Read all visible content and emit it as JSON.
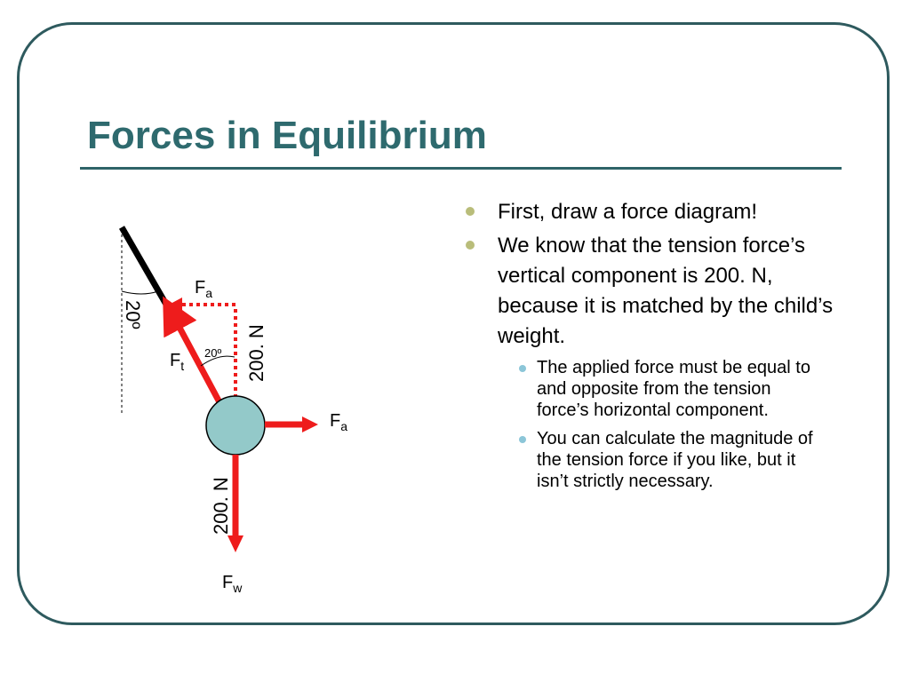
{
  "slide": {
    "title": "Forces in Equilibrium",
    "bullets": [
      {
        "text": "First, draw a force diagram!"
      },
      {
        "text": "We know that the tension force’s vertical component is 200. N, because it is matched by the child’s weight."
      }
    ],
    "sub_bullets": [
      {
        "text": "The applied force must be equal to and opposite from the tension force’s horizontal component."
      },
      {
        "text": "You can calculate the magnitude of the tension force if you like, but it isn’t strictly necessary."
      }
    ]
  },
  "diagram": {
    "rope_angle_label": "20º",
    "inner_angle_label": "20º",
    "tension_label": {
      "main": "F",
      "sub": "t"
    },
    "applied_top_label": {
      "main": "F",
      "sub": "a"
    },
    "applied_right_label": {
      "main": "F",
      "sub": "a"
    },
    "weight_label": {
      "main": "F",
      "sub": "w"
    },
    "vertical_component_label": "200. N",
    "weight_magnitude_label": "200. N",
    "colors": {
      "arrow": "#ee1c1c",
      "ball_fill": "#93c9c9",
      "frame": "#2e5a5e",
      "title": "#2e6a6e"
    }
  }
}
